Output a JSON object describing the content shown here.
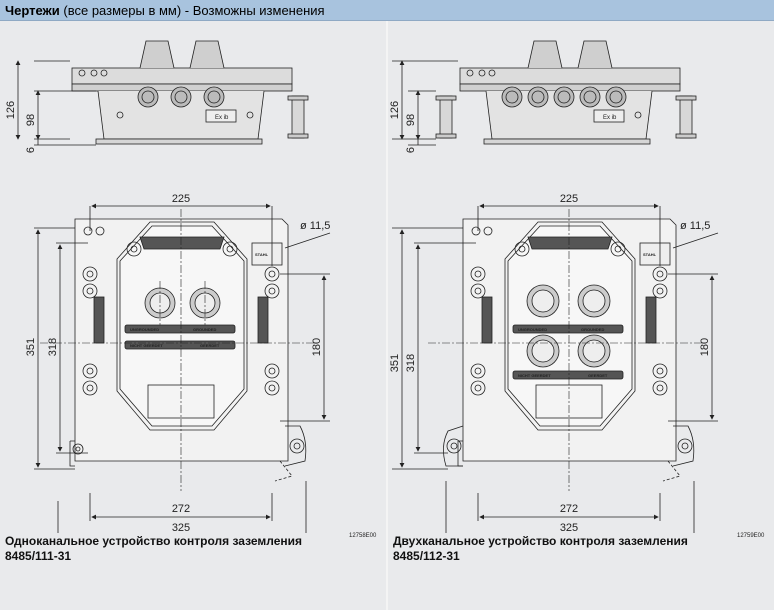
{
  "header": {
    "bold": "Чертежи",
    "rest": " (все размеры в мм) - Возможны изменения"
  },
  "panels": [
    {
      "code": "12758E00",
      "caption_line1": "Одноканальное устройство контроля заземления",
      "caption_line2": "8485/111-31",
      "dims": {
        "h126": "126",
        "h98": "98",
        "h6": "6",
        "w225": "225",
        "hole": "ø 11,5",
        "h351": "351",
        "h318": "318",
        "h180": "180",
        "w272": "272",
        "w325": "325"
      },
      "labels": {
        "exib": "Ex ib",
        "stahl": "STAHL",
        "ungrounded": "UNGROUNDED",
        "grounded": "GROUNDED",
        "nicht": "NICHT GEERDET",
        "geerdet": "GEERDET"
      }
    },
    {
      "code": "12759E00",
      "caption_line1": "Двухканальное устройство контроля заземления",
      "caption_line2": "8485/112-31",
      "dims": {
        "h126": "126",
        "h98": "98",
        "h6": "6",
        "w225": "225",
        "hole": "ø 11,5",
        "h351": "351",
        "h318": "318",
        "h180": "180",
        "w272": "272",
        "w325": "325"
      },
      "labels": {
        "exib": "Ex ib",
        "stahl": "STAHL",
        "ungrounded": "UNGROUNDED",
        "grounded": "GROUNDED",
        "nicht": "NICHT GEERDET",
        "geerdet": "GEERDET"
      }
    }
  ]
}
